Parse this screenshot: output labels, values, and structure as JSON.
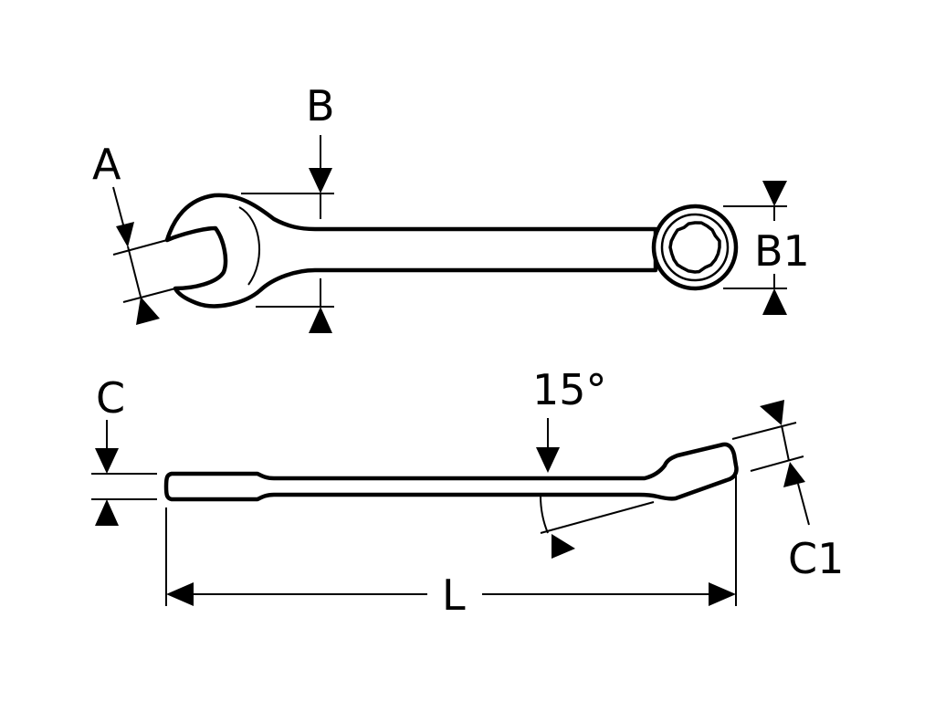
{
  "labels": {
    "a": "A",
    "b": "B",
    "b1": "B1",
    "c": "C",
    "c1": "C1",
    "angle": "15°",
    "l": "L"
  },
  "colors": {
    "ink": "#000000",
    "paper": "#ffffff"
  }
}
